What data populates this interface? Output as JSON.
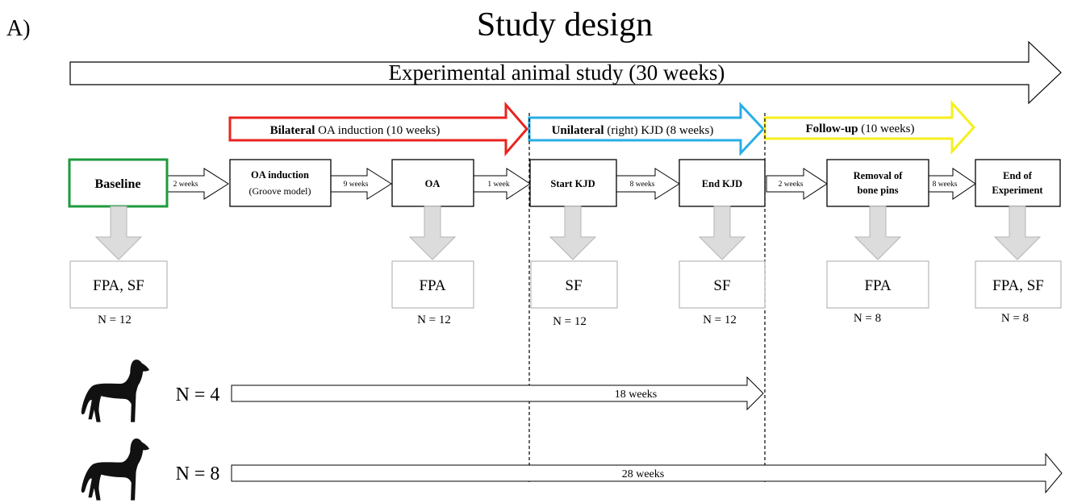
{
  "panel_label": "A)",
  "title": "Study design",
  "overall_arrow": {
    "label": "Experimental animal study (30 weeks)"
  },
  "phases": [
    {
      "bold": "Bilateral",
      "rest": " OA induction  (10 weeks)",
      "color": "#e8231f"
    },
    {
      "bold": "Unilateral",
      "rest": " (right)  KJD  (8 weeks)",
      "color": "#29aee6"
    },
    {
      "bold": "Follow-up",
      "rest": "  (10 weeks)",
      "color": "#f5ef1c"
    }
  ],
  "timepoints": [
    {
      "line1": "Baseline",
      "line2": "",
      "border": "#1e9a3c",
      "measurement": "FPA, SF",
      "n": "N = 12"
    },
    {
      "line1": "OA induction",
      "line2": "(Groove model)",
      "border": "#000000",
      "measurement": "",
      "n": ""
    },
    {
      "line1": "OA",
      "line2": "",
      "border": "#000000",
      "measurement": "FPA",
      "n": "N = 12"
    },
    {
      "line1": "Start KJD",
      "line2": "",
      "border": "#000000",
      "measurement": "SF",
      "n": "N = 12"
    },
    {
      "line1": "End  KJD",
      "line2": "",
      "border": "#000000",
      "measurement": "SF",
      "n": "N = 12"
    },
    {
      "line1": "Removal  of",
      "line2": "bone pins",
      "border": "#000000",
      "measurement": "FPA",
      "n": "N = 8"
    },
    {
      "line1": "End  of",
      "line2": "Experiment",
      "border": "#000000",
      "measurement": "FPA, SF",
      "n": "N = 8"
    }
  ],
  "intervals": [
    "2 weeks",
    "9 weeks",
    "1 week",
    "8 weeks",
    "2 weeks",
    "8 weeks"
  ],
  "groups": [
    {
      "n": "N = 4",
      "duration": "18 weeks",
      "icon": "dog-icon"
    },
    {
      "n": "N = 8",
      "duration": "28 weeks",
      "icon": "dog-icon"
    }
  ],
  "colors": {
    "baseline_border": "#1e9a3c",
    "measurement_arrow": "#dcdcdc"
  }
}
